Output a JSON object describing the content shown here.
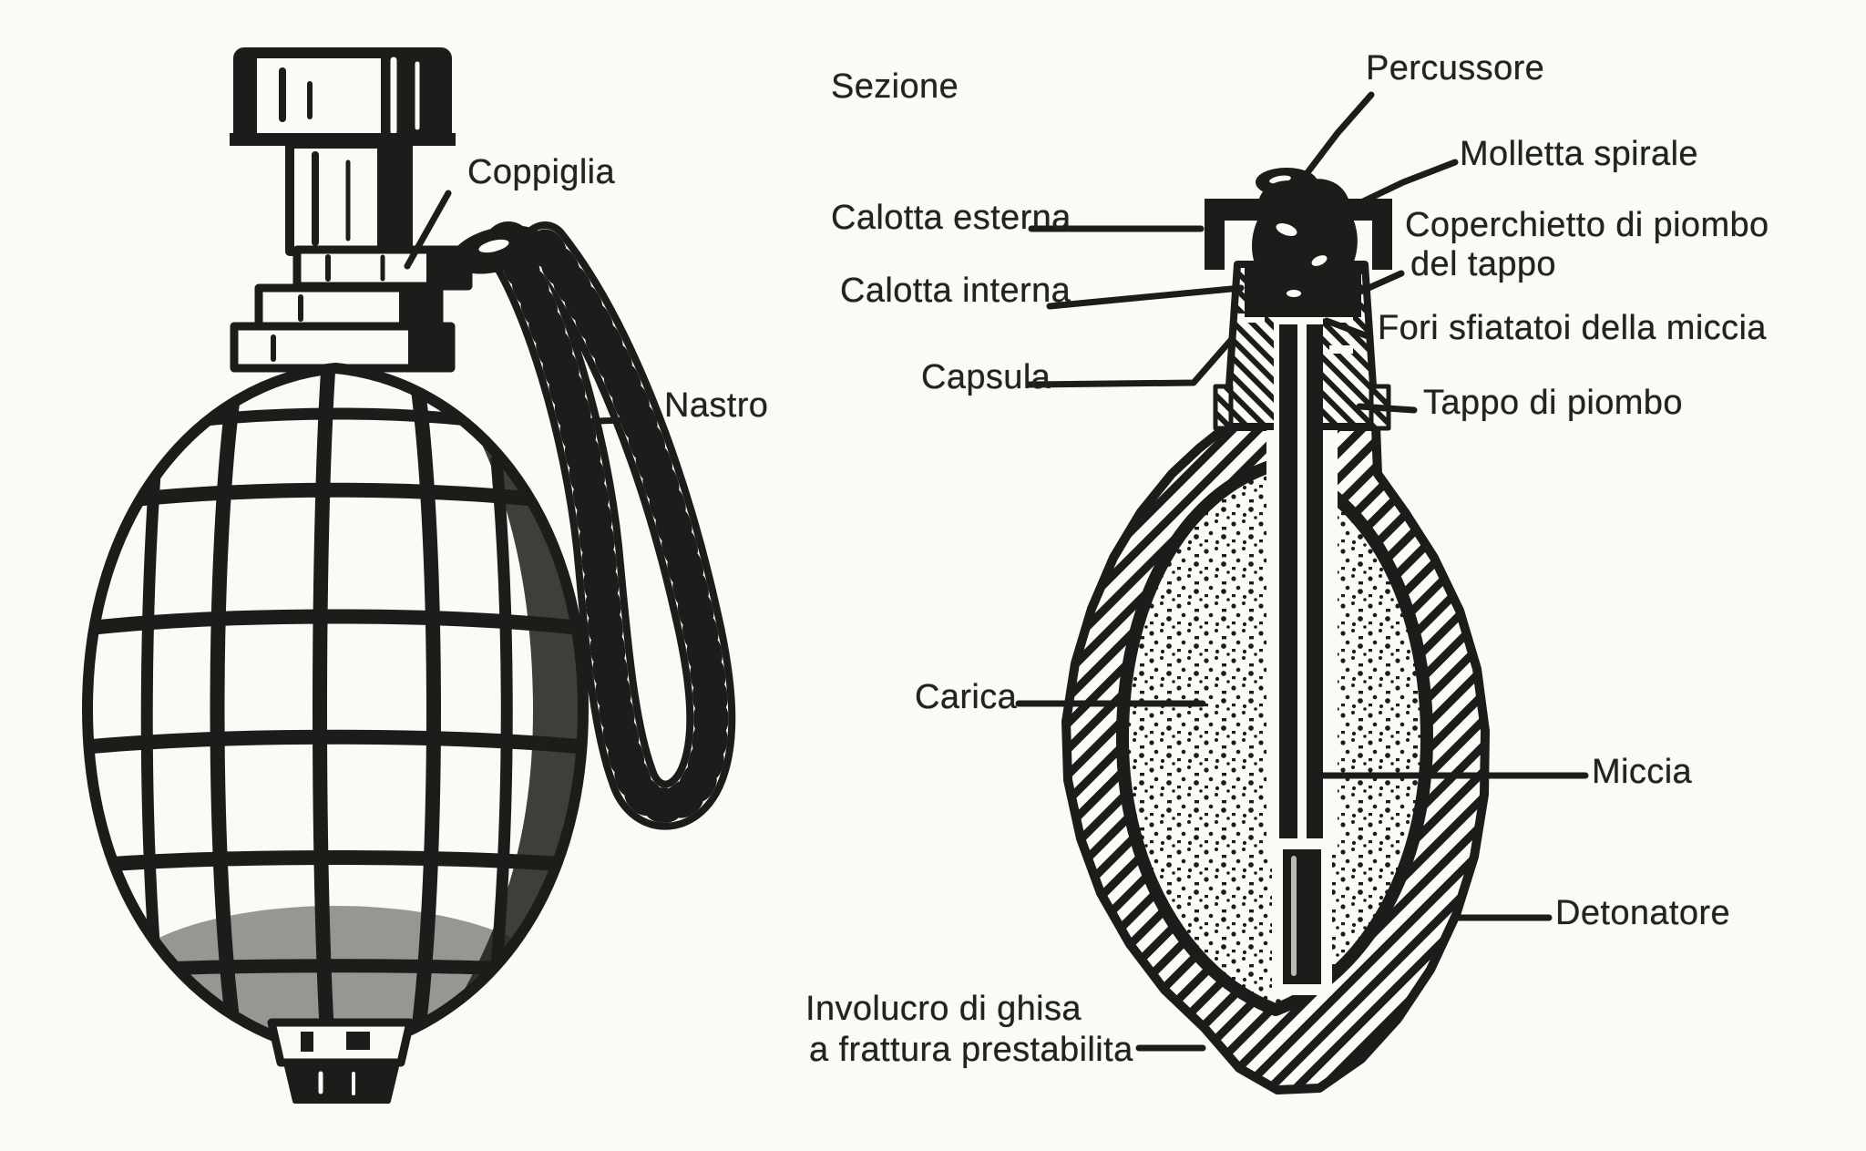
{
  "colors": {
    "ink": "#1d1c1a",
    "paper": "#fbfaf6"
  },
  "left_figure": {
    "labels": {
      "coppiglia": "Coppiglia",
      "nastro": "Nastro"
    }
  },
  "section_figure": {
    "title": "Sezione",
    "labels": {
      "percussore": "Percussore",
      "molletta_spirale": "Molletta spirale",
      "calotta_esterna": "Calotta esterna",
      "coperchietto_line1": "Coperchietto di piombo",
      "coperchietto_line2": "del tappo",
      "calotta_interna": "Calotta interna",
      "fori_sfiatatoi": "Fori sfiatatoi della miccia",
      "capsula": "Capsula",
      "tappo_di_piombo": "Tappo di piombo",
      "carica": "Carica",
      "miccia": "Miccia",
      "detonatore": "Detonatore",
      "involucro_line1": "Involucro di ghisa",
      "involucro_line2": "a frattura prestabilita"
    }
  }
}
